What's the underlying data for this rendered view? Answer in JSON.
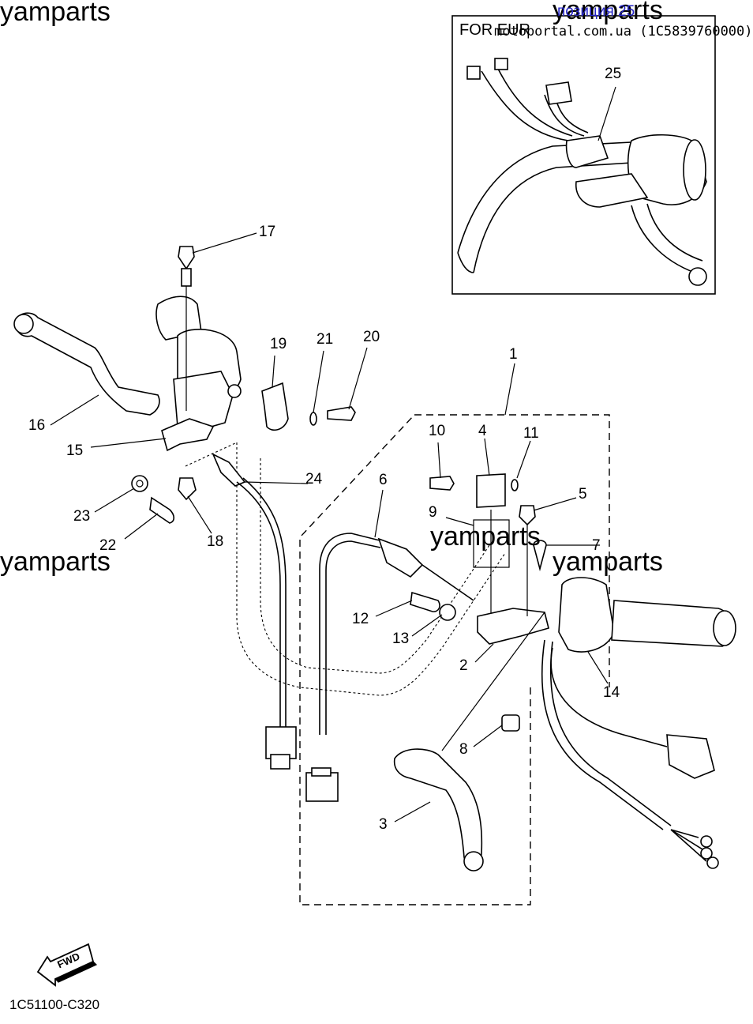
{
  "watermarks": {
    "top_left": "yamparts",
    "top_right": "yamparts",
    "mid_left": "yamparts",
    "mid_center": "yamparts",
    "mid_right": "yamparts"
  },
  "overlay": {
    "blue_text": "позиция 25",
    "source_text": "motoportal.com.ua (1C5839760000)"
  },
  "inset": {
    "title": "FOR EUR",
    "callout": "25"
  },
  "callouts": [
    "1",
    "2",
    "3",
    "4",
    "5",
    "6",
    "7",
    "8",
    "9",
    "10",
    "11",
    "12",
    "13",
    "14",
    "15",
    "16",
    "17",
    "18",
    "19",
    "20",
    "21",
    "22",
    "23",
    "24"
  ],
  "fwd_label": "FWD",
  "diagram_code": "1C51100-C320"
}
